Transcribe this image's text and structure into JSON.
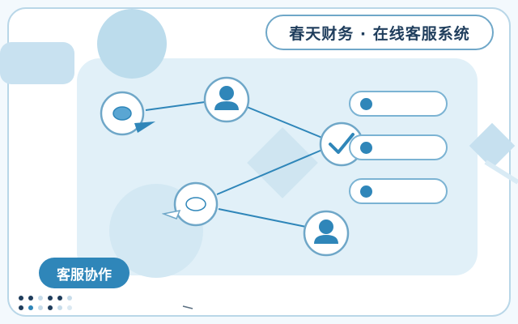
{
  "header": {
    "title": "春天财务 · 在线客服系统"
  },
  "badge": {
    "label": "客服协作"
  },
  "nodes": [
    {
      "id": "message",
      "icon": "chat-bubble-icon"
    },
    {
      "id": "agent-top",
      "icon": "user-icon"
    },
    {
      "id": "chat-left",
      "icon": "chat-bubble-icon"
    },
    {
      "id": "check",
      "icon": "check-icon"
    },
    {
      "id": "agent-bottom",
      "icon": "user-icon"
    }
  ],
  "list_items": [
    {
      "icon": "dot-icon"
    },
    {
      "icon": "dot-icon"
    },
    {
      "icon": "dot-icon"
    }
  ],
  "colors": {
    "accent": "#2f86b9",
    "panel": "#e1f0f8",
    "border": "#6fa7c8",
    "text": "#1f3d5c"
  }
}
